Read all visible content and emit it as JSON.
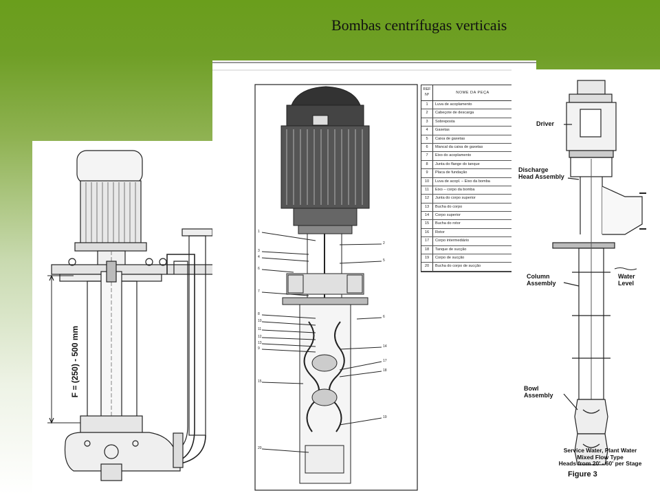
{
  "slide": {
    "title": "Bombas centrífugas verticais"
  },
  "left_drawing": {
    "dimension_label": "F  = (250) - 500 mm"
  },
  "middle_drawing": {
    "table_header": {
      "ref": "REF Nº",
      "name": "NOME DA PEÇA"
    },
    "parts": [
      {
        "ref": "1",
        "name": "Luva de acoplamento"
      },
      {
        "ref": "2",
        "name": "Cabeçote de descarga"
      },
      {
        "ref": "3",
        "name": "Sobreposta"
      },
      {
        "ref": "4",
        "name": "Gaxetas"
      },
      {
        "ref": "5",
        "name": "Caixa de gaxetas"
      },
      {
        "ref": "6",
        "name": "Mancal da caixa de gaxetas"
      },
      {
        "ref": "7",
        "name": "Eixo do acoplamento"
      },
      {
        "ref": "8",
        "name": "Junta do flange do tanque"
      },
      {
        "ref": "9",
        "name": "Placa de fundação"
      },
      {
        "ref": "10",
        "name": "Luva de acopl. – Eixo da bomba"
      },
      {
        "ref": "11",
        "name": "Eixo – corpo da bomba"
      },
      {
        "ref": "12",
        "name": "Junta do corpo superior"
      },
      {
        "ref": "13",
        "name": "Bucha do corpo"
      },
      {
        "ref": "14",
        "name": "Corpo superior"
      },
      {
        "ref": "15",
        "name": "Bucha do rotor"
      },
      {
        "ref": "16",
        "name": "Rotor"
      },
      {
        "ref": "17",
        "name": "Corpo intermediário"
      },
      {
        "ref": "18",
        "name": "Tanque de sucção"
      },
      {
        "ref": "19",
        "name": "Corpo de sucção"
      },
      {
        "ref": "20",
        "name": "Bucha do corpo de sucção"
      }
    ],
    "callouts_left": [
      "1",
      "3",
      "4",
      "6",
      "7",
      "8",
      "10",
      "11",
      "12",
      "13",
      "9",
      "15",
      "20"
    ],
    "callouts_right": [
      "2",
      "5",
      "6",
      "14",
      "17",
      "18",
      "19"
    ]
  },
  "right_drawing": {
    "labels": {
      "driver": "Driver",
      "discharge": "Discharge\nHead Assembly",
      "column": "Column\nAssembly",
      "water_level": "Water\nLevel",
      "bowl": "Bowl\nAssembly"
    },
    "caption": [
      "Service Water, Plant Water",
      "Mixed Flow Type",
      "Heads from 20' - 60' per Stage"
    ],
    "figure": "Figure 3"
  }
}
